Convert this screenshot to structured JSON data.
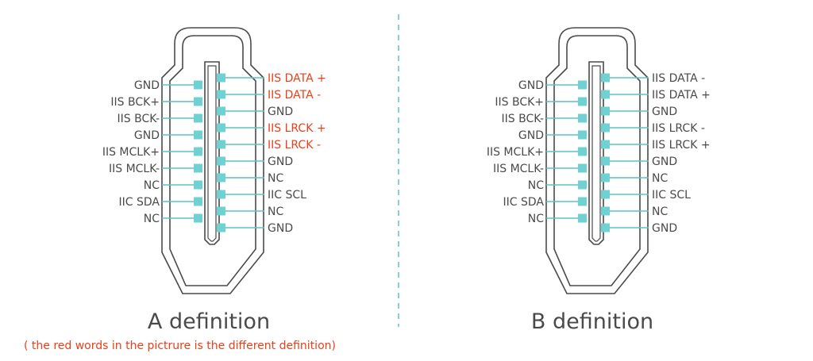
{
  "colors": {
    "line": "#5cc4c4",
    "pin": "#6fd1d1",
    "outline": "#4a4a4a",
    "text": "#4a4a4a",
    "different": "#e8401c",
    "divider": "#5cc4c4"
  },
  "diagrams": [
    {
      "id": "a",
      "title": "A definition",
      "left_pins": [
        "GND",
        "IIS BCK+",
        "IIS BCK-",
        "GND",
        "IIS MCLK+",
        "IIS MCLK-",
        "NC",
        "IIC SDA",
        "NC"
      ],
      "right_pins": [
        {
          "label": "IIS DATA +",
          "different": true
        },
        {
          "label": "IIS DATA -",
          "different": true
        },
        {
          "label": "GND",
          "different": false
        },
        {
          "label": "IIS LRCK +",
          "different": true
        },
        {
          "label": "IIS LRCK -",
          "different": true
        },
        {
          "label": "GND",
          "different": false
        },
        {
          "label": "NC",
          "different": false
        },
        {
          "label": "IIC SCL",
          "different": false
        },
        {
          "label": "NC",
          "different": false
        },
        {
          "label": "GND",
          "different": false
        }
      ]
    },
    {
      "id": "b",
      "title": "B definition",
      "left_pins": [
        "GND",
        "IIS BCK+",
        "IIS BCK-",
        "GND",
        "IIS MCLK+",
        "IIS MCLK-",
        "NC",
        "IIC SDA",
        "NC"
      ],
      "right_pins": [
        {
          "label": "IIS DATA -",
          "different": false
        },
        {
          "label": "IIS DATA +",
          "different": false
        },
        {
          "label": "GND",
          "different": false
        },
        {
          "label": "IIS LRCK -",
          "different": false
        },
        {
          "label": "IIS LRCK +",
          "different": false
        },
        {
          "label": "GND",
          "different": false
        },
        {
          "label": "NC",
          "different": false
        },
        {
          "label": "IIC SCL",
          "different": false
        },
        {
          "label": "NC",
          "different": false
        },
        {
          "label": "GND",
          "different": false
        }
      ]
    }
  ],
  "note": "( the red words in the pictrure is the different definition)"
}
